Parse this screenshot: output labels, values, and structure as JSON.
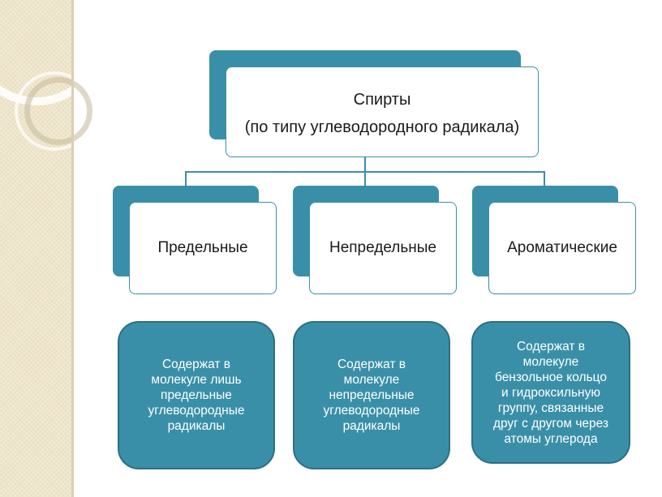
{
  "root": {
    "title": "Спирты",
    "subtitle": "(по типу углеводородного радикала)"
  },
  "categories": [
    {
      "label": "Предельные",
      "description": "Содержат в\nмолекуле лишь\nпредельные\nуглеводородные\nрадикалы"
    },
    {
      "label": "Непредельные",
      "description": "Содержат в\nмолекуле\nнепредельные\nуглеводородные\nрадикалы"
    },
    {
      "label": "Ароматические",
      "description": "Содержат в\nмолекуле\nбензольное кольцо\nи гидроксильную\nгруппу, связанные\nдруг с другом через\nатомы углерода"
    }
  ],
  "colors": {
    "accent": "#3a8fa8",
    "accent_border": "#2b6f84",
    "background": "#ffffff",
    "strip": "#f1e9d2"
  }
}
